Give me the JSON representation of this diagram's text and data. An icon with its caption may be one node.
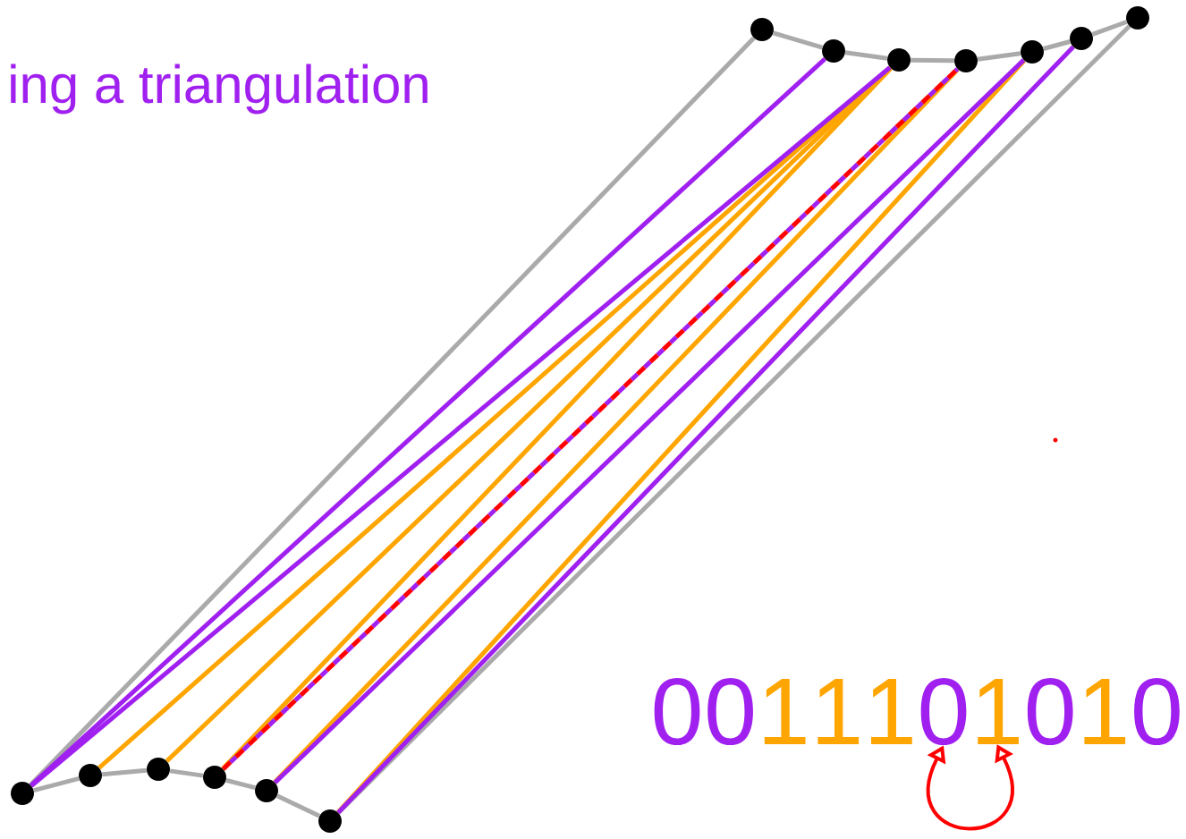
{
  "diagram": {
    "nodes": [
      {
        "text": [],
        "shape": "circle"
      },
      {
        "text": [],
        "shape": "circle"
      },
      {
        "text": [],
        "shape": "circle"
      },
      {
        "text": [],
        "shape": "circle"
      },
      {
        "text": [],
        "shape": "circle"
      },
      {
        "text": [],
        "shape": "circle"
      },
      {
        "text": [],
        "shape": "circle"
      },
      {
        "text": [],
        "shape": "circle"
      },
      {
        "text": [],
        "shape": "circle"
      },
      {
        "text": [],
        "shape": "circle"
      },
      {
        "text": [],
        "shape": "circle"
      },
      {
        "text": [],
        "shape": "circle"
      },
      {
        "text": [],
        "shape": "circle"
      },
      {
        "text": [
          "0"
        ]
      },
      {
        "text": [
          "0"
        ]
      },
      {
        "text": [
          "1"
        ]
      },
      {
        "text": [
          "1"
        ]
      },
      {
        "text": [
          "1"
        ]
      },
      {
        "text": [
          "0"
        ]
      },
      {
        "text": [
          "1"
        ]
      },
      {
        "text": [
          "0"
        ]
      },
      {
        "text": [
          "1"
        ]
      },
      {
        "text": [
          "0"
        ]
      }
    ],
    "edges": [
      {
        "from": 0,
        "to": 1,
        "arrow": "none"
      },
      {
        "from": 1,
        "to": 2,
        "arrow": "none"
      },
      {
        "from": 2,
        "to": 3,
        "arrow": "none"
      },
      {
        "from": 3,
        "to": 4,
        "arrow": "none"
      },
      {
        "from": 4,
        "to": 5,
        "arrow": "none"
      },
      {
        "from": 5,
        "to": 6,
        "arrow": "none"
      },
      {
        "from": 7,
        "to": 8,
        "arrow": "none"
      },
      {
        "from": 8,
        "to": 9,
        "arrow": "none"
      },
      {
        "from": 9,
        "to": 10,
        "arrow": "none"
      },
      {
        "from": 10,
        "to": 11,
        "arrow": "none"
      },
      {
        "from": 11,
        "to": 12,
        "arrow": "none"
      },
      {
        "from": 7,
        "to": 0,
        "arrow": "none"
      },
      {
        "from": 12,
        "to": 6,
        "arrow": "none"
      },
      {
        "from": 8,
        "to": 2,
        "arrow": "none",
        "color": "#ffa500"
      },
      {
        "from": 9,
        "to": 2,
        "arrow": "none",
        "color": "#ffa500"
      },
      {
        "from": 10,
        "to": 2,
        "arrow": "none",
        "color": "#ffa500"
      },
      {
        "from": 11,
        "to": 3,
        "arrow": "none",
        "color": "#ffa500"
      },
      {
        "from": 12,
        "to": 4,
        "arrow": "none",
        "color": "#ffa500"
      },
      {
        "from": 7,
        "to": 1,
        "arrow": "none",
        "color": "#a020f0"
      },
      {
        "from": 7,
        "to": 2,
        "arrow": "none",
        "color": "#a020f0"
      },
      {
        "from": 10,
        "to": 3,
        "arrow": "none",
        "color": "#a020f0",
        "style": "dashed"
      },
      {
        "from": 11,
        "to": 4,
        "arrow": "none",
        "color": "#a020f0"
      },
      {
        "from": 12,
        "to": 5,
        "arrow": "none",
        "color": "#a020f0"
      },
      {
        "from": 18,
        "to": 19,
        "arrow": "both",
        "color": "#ff0000"
      }
    ],
    "labels": [
      "ing a triangulation"
    ]
  }
}
